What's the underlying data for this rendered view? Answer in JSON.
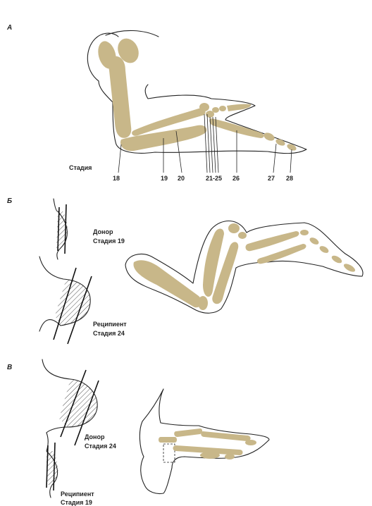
{
  "panels": {
    "A": {
      "letter": "A",
      "stage_label": "Стадия",
      "numbers": [
        "18",
        "19",
        "20",
        "21-25",
        "26",
        "27",
        "28"
      ]
    },
    "B": {
      "letter": "Б",
      "donor": [
        "Донор",
        "Стадия 19"
      ],
      "recipient": [
        "Реципиент",
        "Стадия 24"
      ]
    },
    "C": {
      "letter": "В",
      "donor": [
        "Донор",
        "Стадия 24"
      ],
      "recipient": [
        "Реципиент",
        "Стадия 19"
      ]
    }
  },
  "colors": {
    "bone": "#c8b789",
    "outline": "#222222"
  }
}
